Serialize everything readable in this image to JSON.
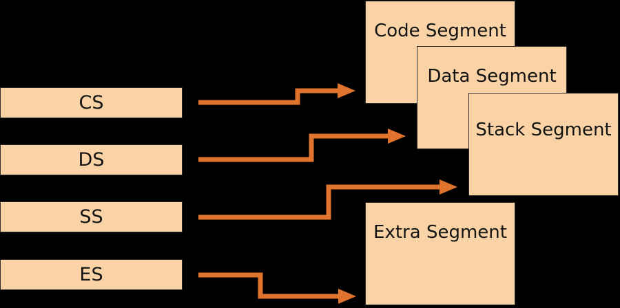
{
  "colors": {
    "background": "#000000",
    "fill": "#F9D3A6",
    "arrow": "#E0742F",
    "border": "#2B2B2B",
    "text": "#141414"
  },
  "registers": [
    {
      "label": "CS"
    },
    {
      "label": "DS"
    },
    {
      "label": "SS"
    },
    {
      "label": "ES"
    }
  ],
  "segments": [
    {
      "label": "Code Segment"
    },
    {
      "label": "Data Segment"
    },
    {
      "label": "Stack Segment"
    },
    {
      "label": "Extra Segment"
    }
  ],
  "arrows": [
    {
      "from": "CS",
      "to": "Code Segment"
    },
    {
      "from": "DS",
      "to": "Data Segment"
    },
    {
      "from": "SS",
      "to": "Stack Segment"
    },
    {
      "from": "ES",
      "to": "Extra Segment"
    }
  ]
}
